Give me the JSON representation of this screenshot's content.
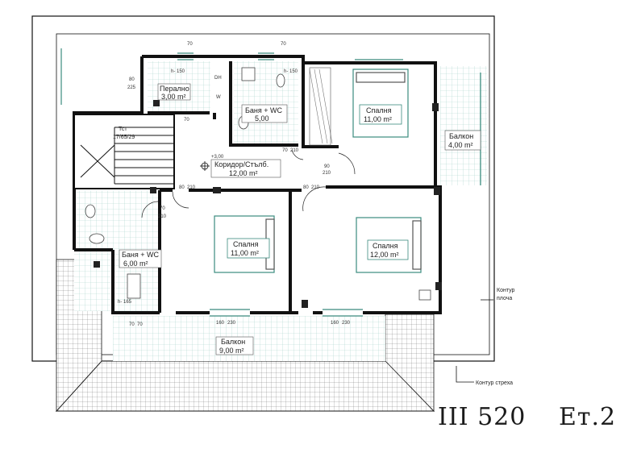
{
  "rooms": {
    "laundry": {
      "name": "Перално",
      "area": "3,00 m²"
    },
    "bath_top": {
      "name": "Баня + WC",
      "area": "5,00"
    },
    "bedroom_top": {
      "name": "Спалня",
      "area": "11,00 m²"
    },
    "balcony_right": {
      "name": "Балкон",
      "area": "4,00 m²"
    },
    "corridor": {
      "name": "Коридор/Стълб.",
      "area": "12,00 m²"
    },
    "bath_left": {
      "name": "Баня + WC",
      "area": "6,00 m²"
    },
    "bedroom_mid": {
      "name": "Спалня",
      "area": "11,00 m²"
    },
    "bedroom_right": {
      "name": "Спалня",
      "area": "12,00 m²"
    },
    "balcony_bottom": {
      "name": "Балкон",
      "area": "9,00 m²"
    }
  },
  "labels": {
    "stair": "Тст",
    "stair_dim": "17/65/29",
    "level": "+3,00",
    "contour_slab_1": "Контур",
    "contour_slab_2": "плоча",
    "contour_eave": "Контур стреха",
    "dh": "DH",
    "w": "W"
  },
  "dims": {
    "d80": "80",
    "d225": "225",
    "d70": "70",
    "d210": "210",
    "d90": "90",
    "d160": "160",
    "d230": "230",
    "h150": "h- 150",
    "h165": "h- 165"
  },
  "caption": {
    "model": "III 520",
    "floor": "Ет.2"
  }
}
